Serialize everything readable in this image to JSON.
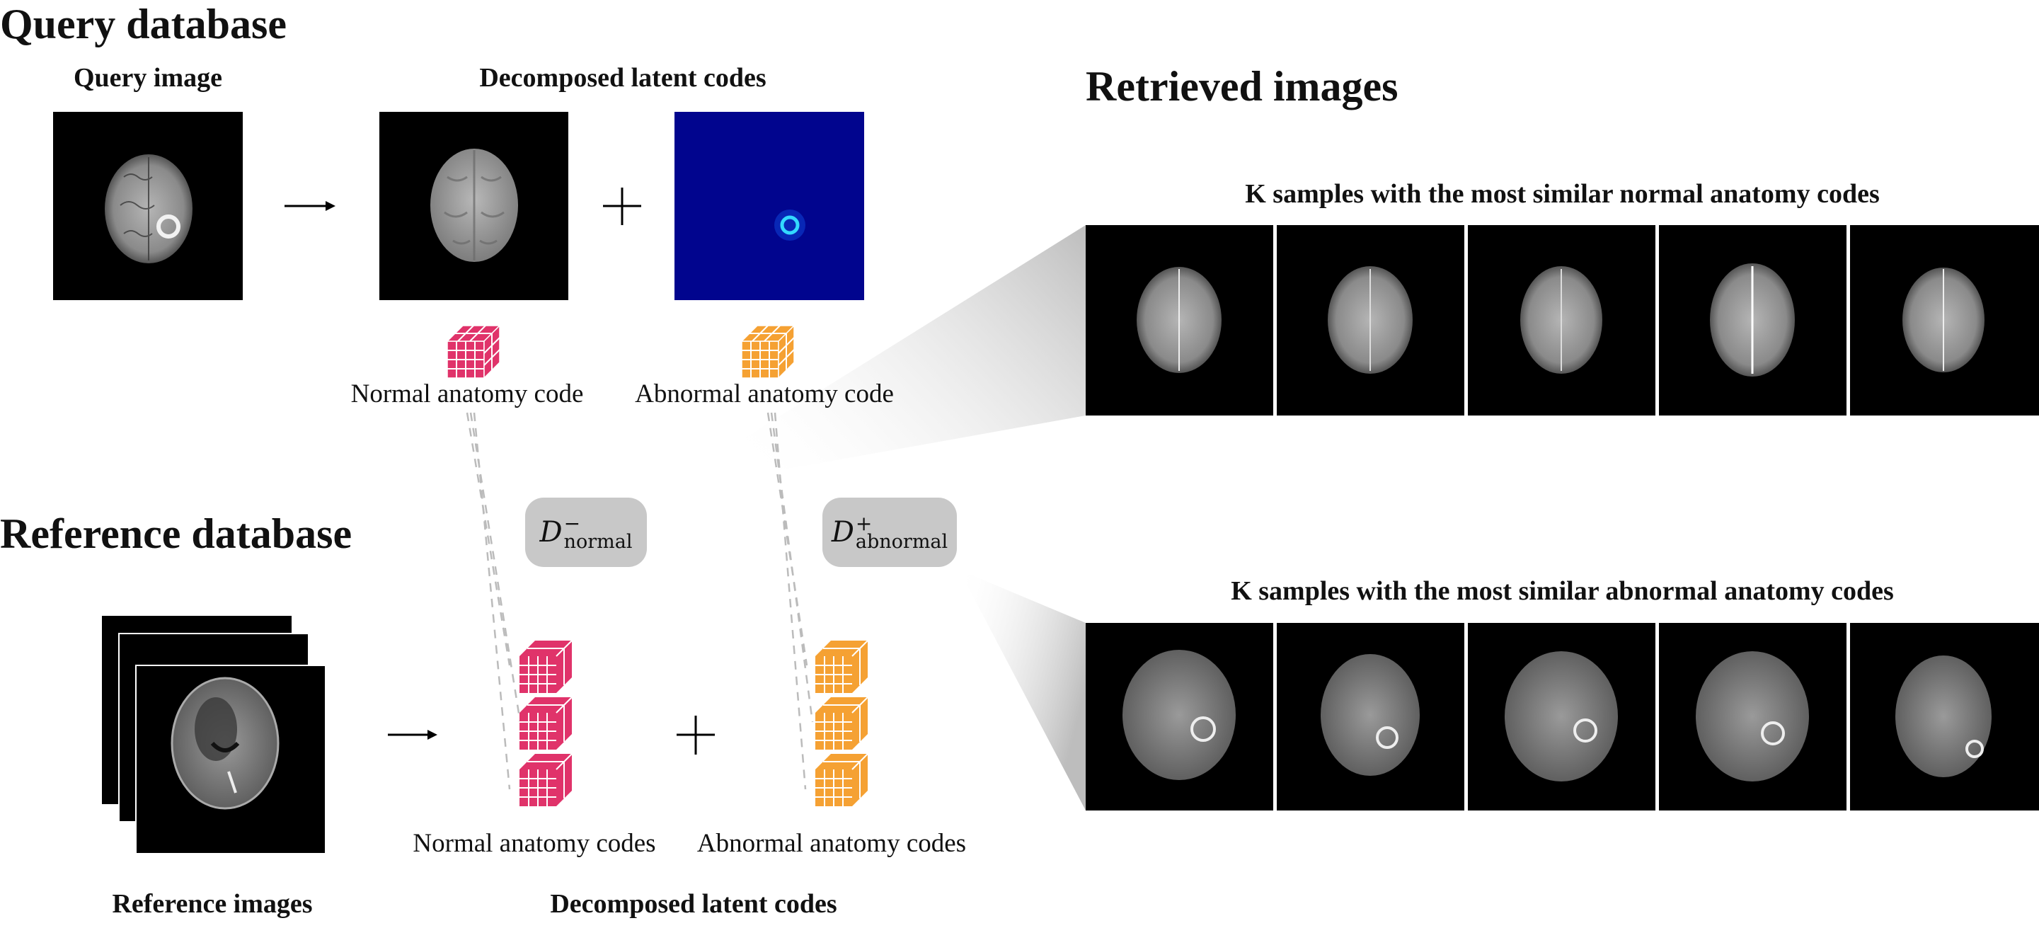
{
  "query": {
    "section_title": "Query database",
    "image_title": "Query image",
    "latent_title": "Decomposed latent codes",
    "normal_label": "Normal anatomy code",
    "abnormal_label": "Abnormal anatomy code"
  },
  "reference": {
    "section_title": "Reference database",
    "images_title": "Reference images",
    "latent_title": "Decomposed latent codes",
    "normal_label": "Normal anatomy codes",
    "abnormal_label": "Abnormal anatomy codes"
  },
  "distances": {
    "normal": {
      "symbol": "D",
      "sup": "−",
      "sub": "normal"
    },
    "abnormal": {
      "symbol": "D",
      "sup": "+",
      "sub": "abnormal"
    }
  },
  "retrieved": {
    "section_title": "Retrieved images",
    "normal_row_title": "K samples with the most similar normal anatomy codes",
    "abnormal_row_title": "K samples with the most similar abnormal anatomy codes"
  },
  "colors": {
    "normal_code": "#e0336a",
    "abnormal_code": "#f5a133",
    "abnormal_map_bg": "#01058e",
    "pill_bg": "#c8c8c8"
  },
  "icons": {
    "arrow": "right-arrow-icon",
    "plus": "plus-icon",
    "code_block": "latent-code-cube-icon"
  }
}
